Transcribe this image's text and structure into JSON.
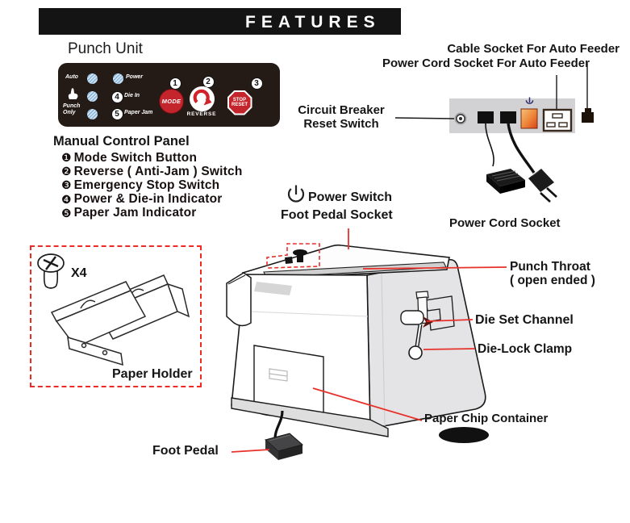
{
  "header": {
    "title": "FEATURES"
  },
  "punch_unit_label": "Punch Unit",
  "control_panel": {
    "leds": {
      "auto": "Auto",
      "power": "Power",
      "die_in": "Die In",
      "paper_jam": "Paper Jam",
      "punch_only_line1": "Punch",
      "punch_only_line2": "Only"
    },
    "badges": {
      "n1": "1",
      "n2": "2",
      "n3": "3",
      "n4": "4",
      "n5": "5"
    },
    "buttons": {
      "mode": "MODE",
      "reverse": "REVERSE",
      "stop": "STOP",
      "reset": "RESET"
    }
  },
  "manual_panel": {
    "title": "Manual Control Panel",
    "items": [
      {
        "bullet": "❶",
        "label": "Mode Switch Button"
      },
      {
        "bullet": "❷",
        "label": "Reverse ( Anti-Jam ) Switch"
      },
      {
        "bullet": "❸",
        "label": "Emergency Stop Switch"
      },
      {
        "bullet": "❹",
        "label": "Power & Die-in Indicator"
      },
      {
        "bullet": "❺",
        "label": "Paper Jam Indicator"
      }
    ]
  },
  "callouts": {
    "cable_socket_auto_feeder": "Cable Socket For Auto Feeder",
    "power_cord_socket_auto_feeder": "Power Cord Socket For Auto Feeder",
    "circuit_breaker_line1": "Circuit Breaker",
    "circuit_breaker_line2": "Reset Switch",
    "power_switch": "Power Switch",
    "foot_pedal_socket": "Foot Pedal Socket",
    "power_cord_socket": "Power Cord Socket",
    "punch_throat_line1": "Punch Throat",
    "punch_throat_line2": "( open ended )",
    "die_set_channel": "Die Set Channel",
    "die_lock_clamp": "Die-Lock Clamp",
    "paper_chip_container": "Paper Chip Container",
    "foot_pedal": "Foot Pedal"
  },
  "paper_holder": {
    "screw_qty": "X4",
    "label": "Paper Holder"
  },
  "colors": {
    "accent_red": "#e8312a",
    "panel_dark": "#241a16",
    "led_blue": "#aecfe9",
    "button_red": "#c4242b",
    "rocker_orange": "#e8692e",
    "socket_panel_gray": "#d2d2d4"
  }
}
